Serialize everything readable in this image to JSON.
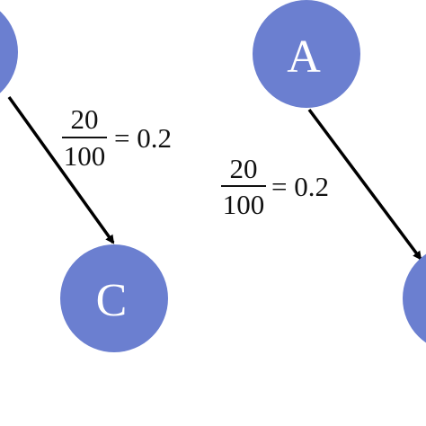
{
  "colors": {
    "node_fill": "#6b7fd0",
    "edge": "#000000",
    "text": "#111111"
  },
  "nodes": {
    "top_left": {
      "label": ""
    },
    "c": {
      "label": "C"
    },
    "a": {
      "label": "A"
    },
    "bottom_right": {
      "label": ""
    }
  },
  "edges": {
    "left": {
      "numerator": "20",
      "denominator": "100",
      "result": "= 0.2"
    },
    "right": {
      "numerator": "20",
      "denominator": "100",
      "result": "= 0.2"
    }
  }
}
